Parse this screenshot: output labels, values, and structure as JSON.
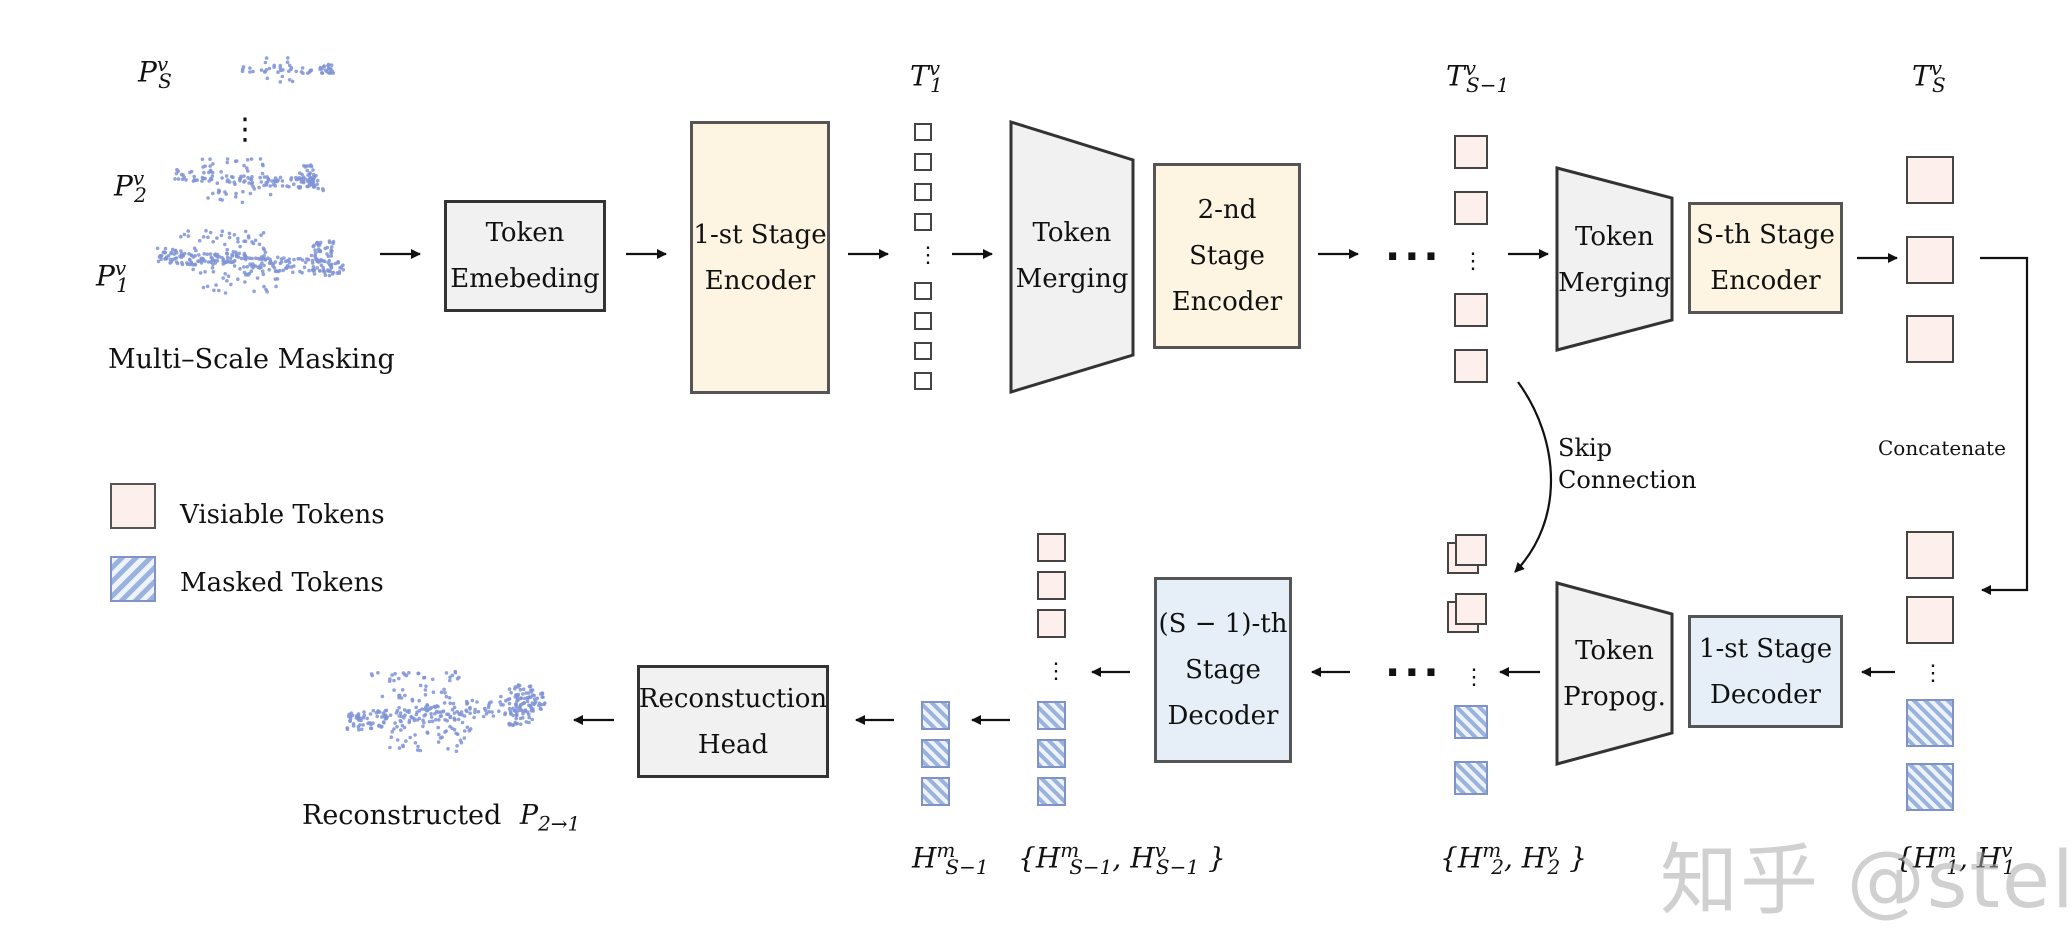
{
  "labels": {
    "ps": "P",
    "ps_sup": "v",
    "ps_sub": "S",
    "p2": "P",
    "p2_sup": "v",
    "p2_sub": "2",
    "p1": "P",
    "p1_sup": "v",
    "p1_sub": "1",
    "multi_scale": "Multi–Scale Masking",
    "t1": "T",
    "t1_sup": "v",
    "t1_sub": "1",
    "ts1": "T",
    "ts1_sup": "v",
    "ts1_sub": "S−1",
    "ts": "T",
    "ts_sup": "v",
    "ts_sub": "S",
    "skip": "Skip\nConnection",
    "concat": "Concatenate",
    "visible": "Visiable Tokens",
    "masked": "Masked Tokens",
    "reconstructed": "Reconstructed",
    "p21": "P",
    "p21_sub": "2→1",
    "h_s1m": "H",
    "h_s1m_sup": "m",
    "h_s1m_sub": "S−1",
    "h_set_s1": "{H",
    "h_set_s1_sup1": "m",
    "h_set_s1_sub1": "S−1",
    "h_set_s1_mid": ", H",
    "h_set_s1_sup2": "v",
    "h_set_s1_sub2": "S−1",
    "h_set_s1_end": " }",
    "h_set_2": "{H",
    "h_set_2_sup1": "m",
    "h_set_2_sub1": "2",
    "h_set_2_mid": ", H",
    "h_set_2_sup2": "v",
    "h_set_2_sub2": "2",
    "h_set_2_end": " }",
    "h_set_1": "{H",
    "h_set_1_sup1": "m",
    "h_set_1_sub1": "1",
    "h_set_1_mid": ", H",
    "h_set_1_sup2": "v",
    "h_set_1_sub2": "1",
    "ellipsis_top": "···",
    "ellipsis_bottom": "···",
    "vdots": "⋮"
  },
  "boxes": {
    "token_embedding": "Token\nEmebeding",
    "stage1_encoder": "1-st Stage\nEncoder",
    "token_merging_1": "Token\nMerging",
    "stage2_encoder": "2-nd Stage\nEncoder",
    "token_merging_2": "Token\nMerging",
    "stageS_encoder": "S-th Stage\nEncoder",
    "stage1_decoder": "1-st Stage\nDecoder",
    "token_propog": "Token\nPropog.",
    "stageS1_decoder": "(S − 1)-th\nStage\nDecoder",
    "reconstruction_head": "Reconstuction\nHead"
  },
  "watermark": "知乎 @stella",
  "colors": {
    "visible_token": "#fdf0ec",
    "masked_token": "#9ab3dd",
    "encoder_fill": "#fdf5e1",
    "decoder_fill": "#e6eff8",
    "gray_fill": "#f1f1f1",
    "point_cloud": "#7f93d6"
  }
}
